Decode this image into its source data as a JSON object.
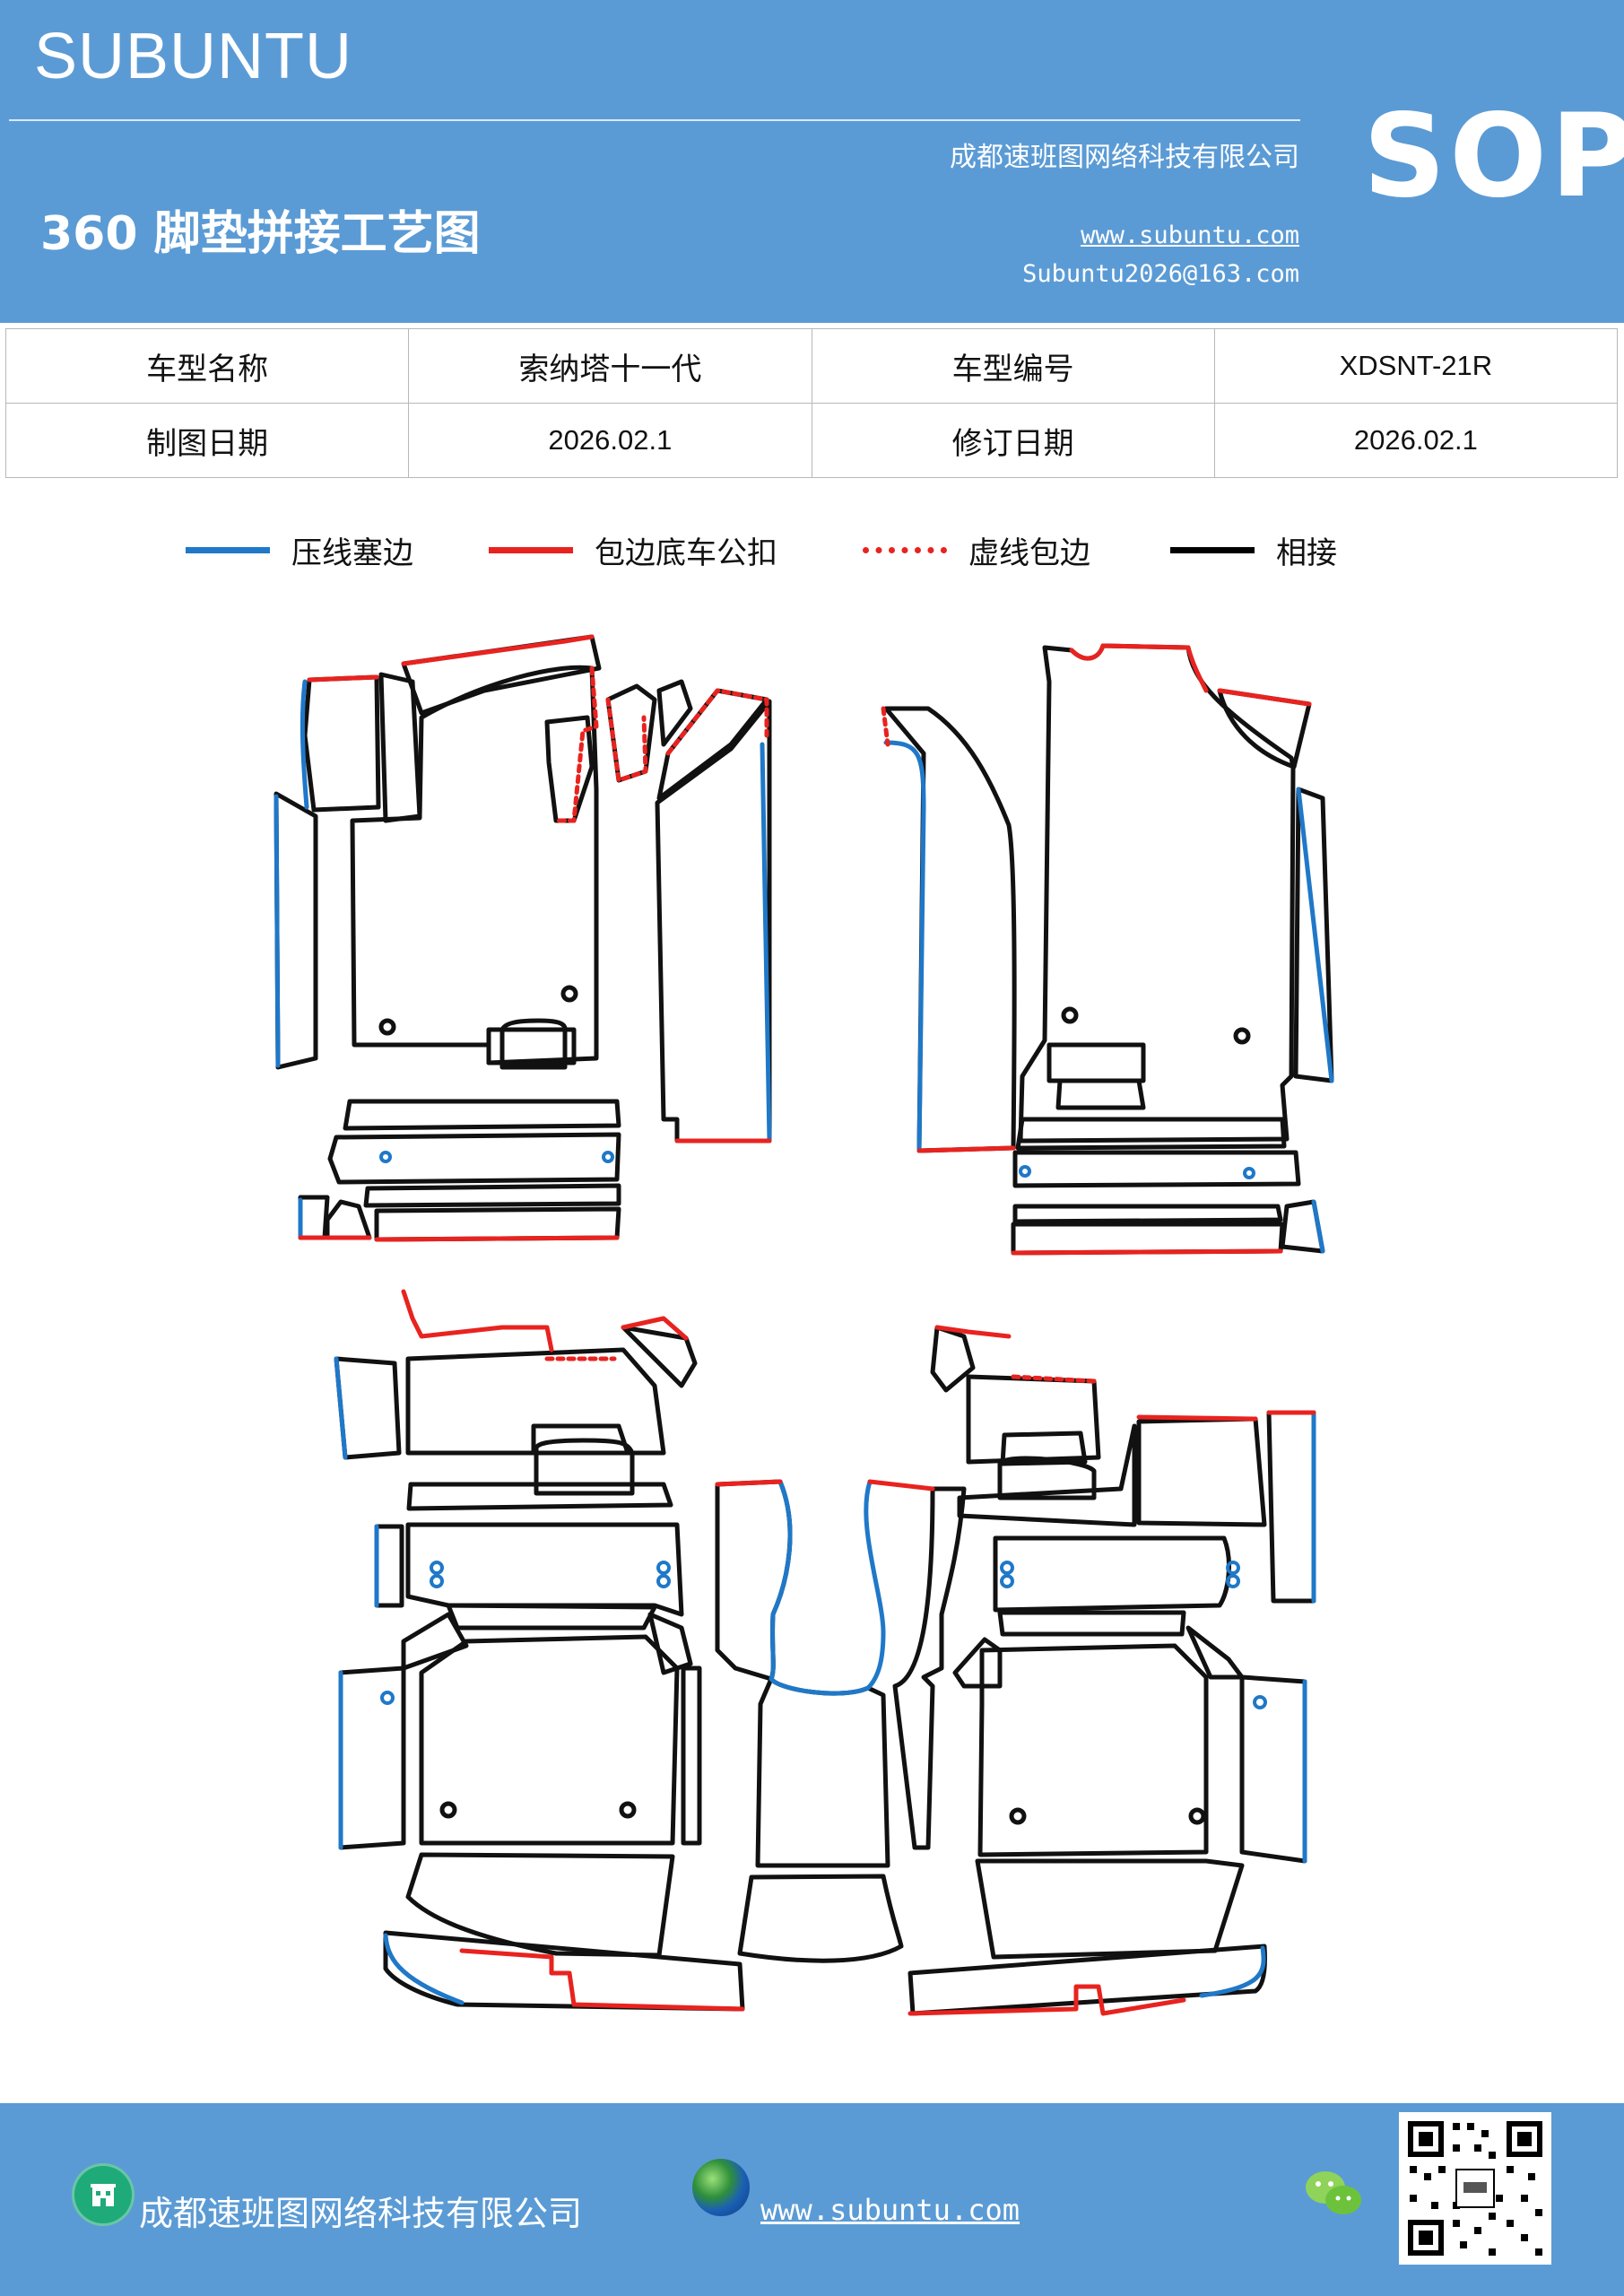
{
  "header": {
    "brand": "SUBUNTU",
    "sop": "SOP",
    "company": "成都速班图网络科技有限公司",
    "title": "360 脚垫拼接工艺图",
    "website": "www.subuntu.com",
    "email": "Subuntu2026@163.com"
  },
  "info_table": {
    "rows": [
      [
        {
          "label": "车型名称",
          "value": "索纳塔十一代"
        },
        {
          "label": "车型编号",
          "value": "XDSNT-21R"
        }
      ],
      [
        {
          "label": "制图日期",
          "value": "2026.02.1"
        },
        {
          "label": "修订日期",
          "value": "2026.02.1"
        }
      ]
    ]
  },
  "legend": [
    {
      "label": "压线塞边",
      "color": "#1f78c8",
      "style": "solid"
    },
    {
      "label": "包边底车公扣",
      "color": "#e8231f",
      "style": "solid"
    },
    {
      "label": "虚线包边",
      "color": "#e8231f",
      "style": "dotted"
    },
    {
      "label": "相接",
      "color": "#000000",
      "style": "solid"
    }
  ],
  "colors": {
    "header_bg": "#5b9bd5",
    "blue_edge": "#1f78c8",
    "red_edge": "#e8231f",
    "outline": "#111111"
  },
  "footer": {
    "company": "成都速班图网络科技有限公司",
    "website": "www.subuntu.com",
    "icons": [
      "building-icon",
      "globe-icon",
      "wechat-icon",
      "qr-code"
    ]
  }
}
